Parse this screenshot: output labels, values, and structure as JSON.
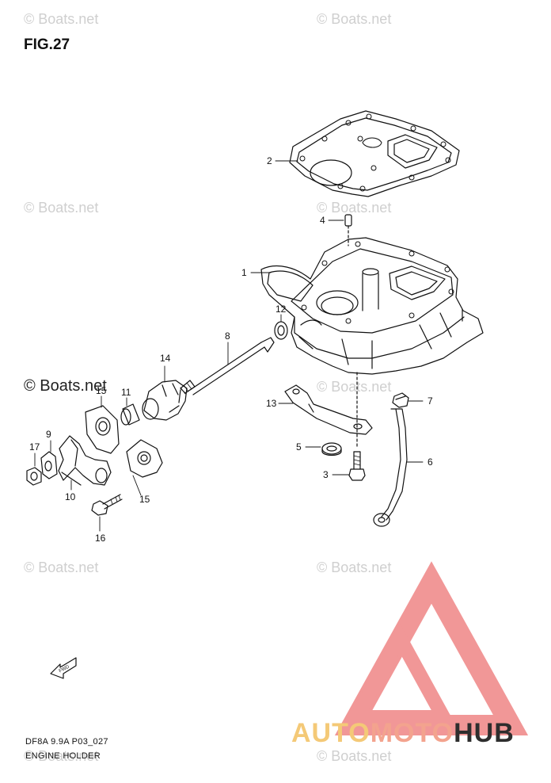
{
  "figure": {
    "title": "FIG.27"
  },
  "watermarks": {
    "text": "© Boats.net",
    "strong_text": "© Boats.net"
  },
  "callouts": {
    "c1": "1",
    "c2": "2",
    "c3": "3",
    "c4": "4",
    "c5": "5",
    "c6": "6",
    "c7": "7",
    "c8": "8",
    "c9": "9",
    "c10": "10",
    "c11": "11",
    "c12": "12",
    "c13": "13",
    "c14": "14",
    "c15a": "15",
    "c15b": "15",
    "c16": "16",
    "c17": "17"
  },
  "fwd_arrow": {
    "label": "FWD"
  },
  "footer": {
    "code": "DF8A 9.9A P03_027",
    "name": "ENGINE HOLDER"
  },
  "brand": {
    "part1": "AUTO",
    "part2": "MOTO",
    "part3": "HUB",
    "colors": {
      "auto": "#f4c977",
      "moto": "#f3a38e",
      "hub": "#2e2e2e",
      "triangle": "#f08c8c"
    }
  }
}
